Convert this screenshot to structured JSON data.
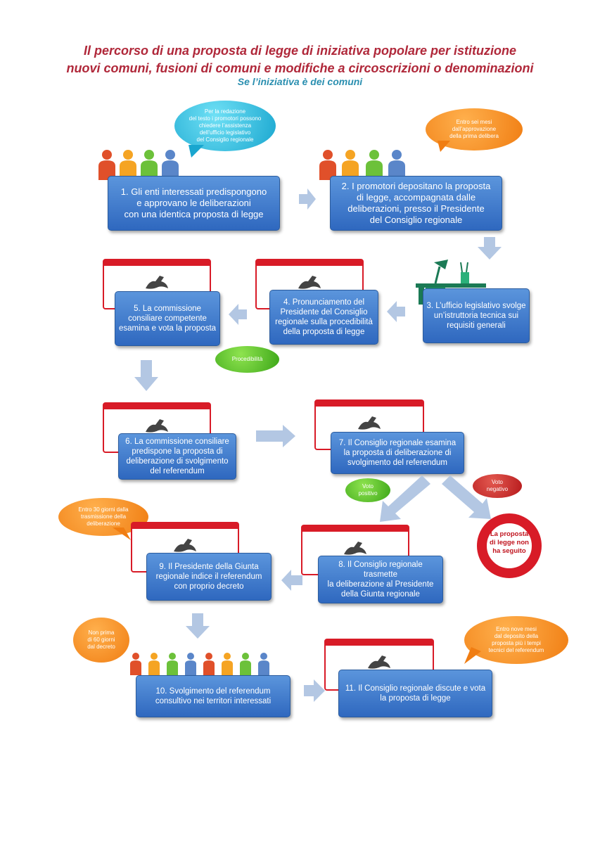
{
  "header": {
    "title_line1": "Il percorso di una proposta di legge di iniziativa popolare per istituzione",
    "title_line2": "nuovi comuni, fusioni di comuni e modifiche a circoscrizioni o denominazioni",
    "subtitle": "Se l’iniziativa è dei comuni"
  },
  "steps": {
    "s1": "1. Gli enti interessati predispongono\ne approvano le deliberazioni\ncon una identica proposta di legge",
    "s2": "2. I promotori depositano la proposta\ndi legge, accompagnata dalle\ndeliberazioni, presso il Presidente\ndel Consiglio regionale",
    "s3": "3. L’ufficio legislativo svolge\nun’istruttoria tecnica sui\nrequisiti generali",
    "s4": "4. Pronunciamento del\nPresidente del Consiglio\nregionale sulla procedibilità\ndella proposta di legge",
    "s5": "5. La commissione\nconsiliare competente\nesamina e vota la proposta",
    "s6": "6. La commissione consiliare\npredispone la proposta di\ndeliberazione di svolgimento\ndel referendum",
    "s7": "7. Il Consiglio regionale esamina\nla proposta di deliberazione  di\nsvolgimento del referendum",
    "s8": "8. Il Consiglio regionale trasmette\nla deliberazione al Presidente\ndella Giunta regionale",
    "s9": "9. Il Presidente della Giunta\nregionale indice il referendum\ncon proprio decreto",
    "s10": "10. Svolgimento del referendum\nconsultivo nei territori interessati",
    "s11": "11. Il Consiglio regionale discute e vota\nla proposta di legge"
  },
  "bubbles": {
    "assistance": "Per la redazione\ndel testo i promotori possono\nchiedere l’assistenza\ndell’ufficio legislativo\ndel Consiglio regionale",
    "six_months": "Entro sei mesi\ndall’approvazione\ndella prima delibera",
    "procedibilita": "Procedibilità",
    "voto_positivo": "Voto\npositivo",
    "voto_negativo": "Voto\nnegativo",
    "thirty_days": "Entro 30 giorni dalla\ntrasmissione della\ndeliberazione",
    "sixty_days": "Non prima\ndi 60 giorni\ndal decreto",
    "nine_months": "Entro nove mesi\ndal deposito della\nproposta più i tempi\ntecnici del referendum"
  },
  "outcome_no_follow": "La proposta\ndi legge non\nha seguito",
  "colors": {
    "title": "#b0283a",
    "subtitle": "#2a8fb0",
    "step_blue": "#3c78cc",
    "card_red": "#d81b27",
    "arrow": "#b3c7e3"
  }
}
